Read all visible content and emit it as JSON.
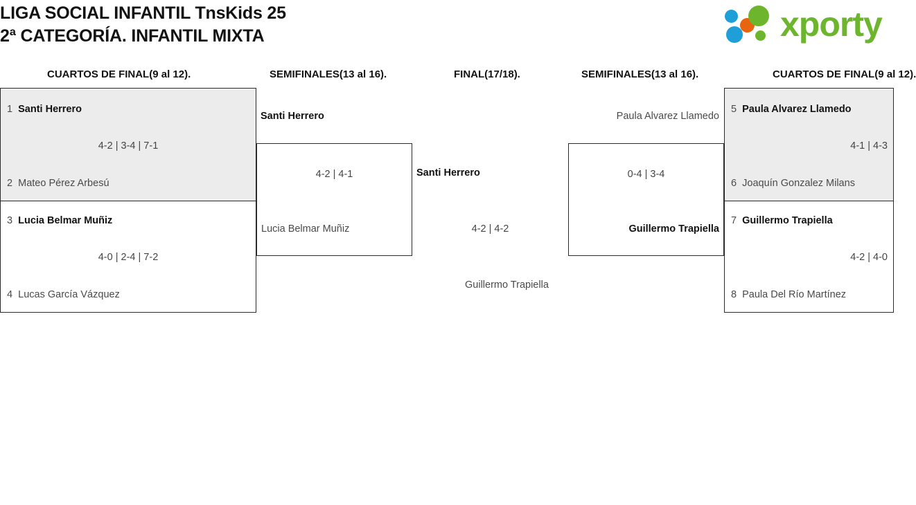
{
  "header": {
    "title_line1": "LIGA SOCIAL INFANTIL TnsKids 25",
    "title_line2": "2ª CATEGORÍA. INFANTIL MIXTA",
    "logo_word": "xporty",
    "logo_colors": {
      "blue": "#1f9fd8",
      "orange": "#e8640f",
      "green": "#6cb52d"
    }
  },
  "columns": [
    {
      "id": "qf-left",
      "label": "CUARTOS DE FINAL(9 al 12)."
    },
    {
      "id": "sf-left",
      "label": "SEMIFINALES(13 al 16)."
    },
    {
      "id": "final",
      "label": "FINAL(17/18)."
    },
    {
      "id": "sf-right",
      "label": "SEMIFINALES(13 al 16)."
    },
    {
      "id": "qf-right",
      "label": "CUARTOS DE FINAL(9 al 12)."
    }
  ],
  "matches": {
    "qf1": {
      "shaded": true,
      "top": {
        "seed": "1",
        "name": "Santi Herrero",
        "winner": true
      },
      "bottom": {
        "seed": "2",
        "name": "Mateo Pérez Arbesú",
        "winner": false
      },
      "score": "4-2 | 3-4 | 7-1"
    },
    "qf2": {
      "shaded": false,
      "top": {
        "seed": "3",
        "name": "Lucia Belmar Muñiz",
        "winner": true
      },
      "bottom": {
        "seed": "4",
        "name": "Lucas García Vázquez",
        "winner": false
      },
      "score": "4-0 | 2-4 | 7-2"
    },
    "qf3": {
      "shaded": true,
      "top": {
        "seed": "5",
        "name": "Paula Alvarez Llamedo",
        "winner": true
      },
      "bottom": {
        "seed": "6",
        "name": "Joaquín Gonzalez Milans",
        "winner": false
      },
      "score": "4-1 | 4-3"
    },
    "qf4": {
      "shaded": false,
      "top": {
        "seed": "7",
        "name": "Guillermo Trapiella",
        "winner": true
      },
      "bottom": {
        "seed": "8",
        "name": "Paula Del Río Martínez",
        "winner": false
      },
      "score": "4-2 | 4-0"
    },
    "sf1": {
      "top": {
        "name": "Santi Herrero",
        "winner": true
      },
      "bottom": {
        "name": "Lucia Belmar Muñiz",
        "winner": false
      },
      "score": "4-2 | 4-1"
    },
    "sf2": {
      "top": {
        "name": "Paula Alvarez Llamedo",
        "winner": false
      },
      "bottom": {
        "name": "Guillermo Trapiella",
        "winner": true
      },
      "score": "0-4 | 3-4"
    },
    "final": {
      "top": {
        "name": "Santi Herrero",
        "winner": true
      },
      "bottom": {
        "name": "Guillermo Trapiella",
        "winner": false
      },
      "score": "4-2 | 4-2"
    }
  }
}
